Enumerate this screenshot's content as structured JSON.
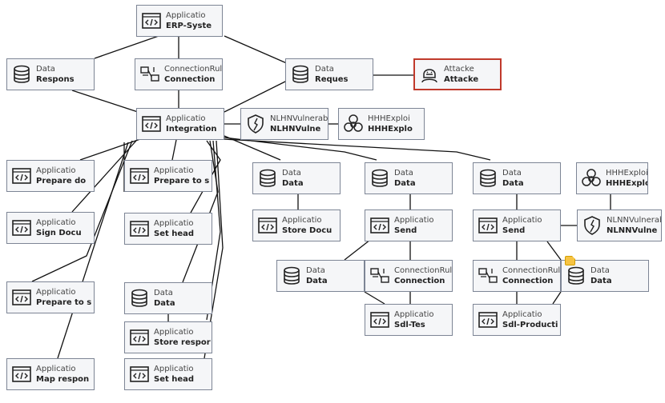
{
  "nodes": [
    {
      "id": "erp",
      "line1": "Applicatio",
      "line2": "ERP-Syste",
      "icon": "application-icon"
    },
    {
      "id": "resp",
      "line1": "Data",
      "line2": "Respons",
      "icon": "database-icon"
    },
    {
      "id": "connrule1",
      "line1": "ConnectionRul",
      "line2": "Connection",
      "icon": "connection-icon"
    },
    {
      "id": "req",
      "line1": "Data",
      "line2": "Reques",
      "icon": "database-icon"
    },
    {
      "id": "attacker",
      "line1": "Attacke",
      "line2": "Attacke",
      "icon": "attacker-icon"
    },
    {
      "id": "integ",
      "line1": "Applicatio",
      "line2": "Integration",
      "icon": "application-icon"
    },
    {
      "id": "nlhn",
      "line1": "NLHNVulnerabil",
      "line2": "NLHNVulne",
      "icon": "shield-icon"
    },
    {
      "id": "hhh1",
      "line1": "HHHExploi",
      "line2": "HHHExplo",
      "icon": "biohazard-icon"
    },
    {
      "id": "prepdo",
      "line1": "Applicatio",
      "line2": "Prepare do",
      "icon": "application-icon"
    },
    {
      "id": "prepto1",
      "line1": "Applicatio",
      "line2": "Prepare to s",
      "icon": "application-icon"
    },
    {
      "id": "data1",
      "line1": "Data",
      "line2": "Data",
      "icon": "database-icon"
    },
    {
      "id": "data2",
      "line1": "Data",
      "line2": "Data",
      "icon": "database-icon"
    },
    {
      "id": "data3",
      "line1": "Data",
      "line2": "Data",
      "icon": "database-icon"
    },
    {
      "id": "hhh2",
      "line1": "HHHExploi",
      "line2": "HHHExplo",
      "icon": "biohazard-icon"
    },
    {
      "id": "sign",
      "line1": "Applicatio",
      "line2": "Sign Docu",
      "icon": "application-icon"
    },
    {
      "id": "sethead1",
      "line1": "Applicatio",
      "line2": "Set head",
      "icon": "application-icon"
    },
    {
      "id": "storedoc",
      "line1": "Applicatio",
      "line2": "Store Docu",
      "icon": "application-icon"
    },
    {
      "id": "send1",
      "line1": "Applicatio",
      "line2": "Send",
      "icon": "application-icon"
    },
    {
      "id": "send2",
      "line1": "Applicatio",
      "line2": "Send",
      "icon": "application-icon"
    },
    {
      "id": "nlnn",
      "line1": "NLNNVulnerabili",
      "line2": "NLNNVulne",
      "icon": "shield-icon"
    },
    {
      "id": "data4",
      "line1": "Data",
      "line2": "Data",
      "icon": "database-icon"
    },
    {
      "id": "connrule2",
      "line1": "ConnectionRul",
      "line2": "Connection",
      "icon": "connection-icon"
    },
    {
      "id": "connrule3",
      "line1": "ConnectionRul",
      "line2": "Connection",
      "icon": "connection-icon"
    },
    {
      "id": "data5",
      "line1": "Data",
      "line2": "Data",
      "icon": "database-icon"
    },
    {
      "id": "prepto2",
      "line1": "Applicatio",
      "line2": "Prepare to s",
      "icon": "application-icon"
    },
    {
      "id": "data6",
      "line1": "Data",
      "line2": "Data",
      "icon": "database-icon"
    },
    {
      "id": "sdltest",
      "line1": "Applicatio",
      "line2": "Sdl-Tes",
      "icon": "application-icon"
    },
    {
      "id": "sdlprod",
      "line1": "Applicatio",
      "line2": "Sdl-Producti",
      "icon": "application-icon"
    },
    {
      "id": "storeresp",
      "line1": "Applicatio",
      "line2": "Store respor",
      "icon": "application-icon"
    },
    {
      "id": "mapresp",
      "line1": "Applicatio",
      "line2": "Map respon",
      "icon": "application-icon"
    },
    {
      "id": "sethead2",
      "line1": "Applicatio",
      "line2": "Set head",
      "icon": "application-icon"
    }
  ],
  "colors": {
    "border": "#7d8595",
    "attacker_border": "#c0392b",
    "edge": "#111111",
    "icon": "#222222",
    "badge": "#f6c343"
  }
}
